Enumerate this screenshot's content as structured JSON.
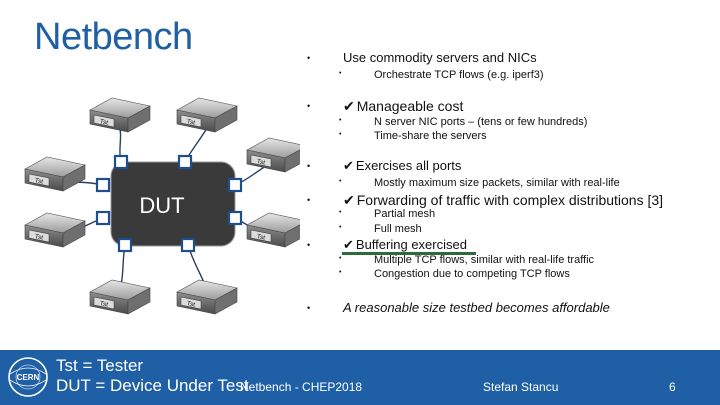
{
  "title": "Netbench",
  "dut_label": "DUT",
  "server_label": "Tst",
  "bullets": [
    {
      "text": "Use commodity servers and NICs",
      "check": false,
      "italic": false,
      "sub": [
        "Orchestrate TCP flows (e.g. iperf3)"
      ]
    },
    {
      "text": "Manageable cost",
      "check": true,
      "italic": false,
      "sub": [
        "N server NIC ports – (tens or few hundreds)",
        "Time-share the servers"
      ]
    },
    {
      "text": "Exercises all ports",
      "check": true,
      "italic": false,
      "sub": [
        "Mostly maximum size packets, similar with real-life"
      ]
    },
    {
      "text": "Forwarding of traffic with complex distributions [3]",
      "check": true,
      "italic": false,
      "sub": [
        "Partial mesh",
        "Full mesh"
      ]
    },
    {
      "text": "Buffering exercised",
      "check": true,
      "italic": false,
      "sub": [
        "Multiple TCP flows, similar with real-life traffic",
        "Congestion due to competing TCP flows"
      ]
    },
    {
      "text": "A reasonable size testbed becomes affordable",
      "check": false,
      "italic": true,
      "sub": []
    }
  ],
  "bullet_glyph": "•",
  "check_glyph": "✔",
  "footer": {
    "line1": "Tst = Tester",
    "line2": "DUT = Device Under Test",
    "center": "Netbench - CHEP2018",
    "author": "Stefan Stancu",
    "page": "6",
    "logo_text": "CERN"
  },
  "colors": {
    "title": "#1f5fa5",
    "footer_bg": "#1f5fa5",
    "dut_fill": "#3a3a3a",
    "underline": "#2e6b3a"
  }
}
